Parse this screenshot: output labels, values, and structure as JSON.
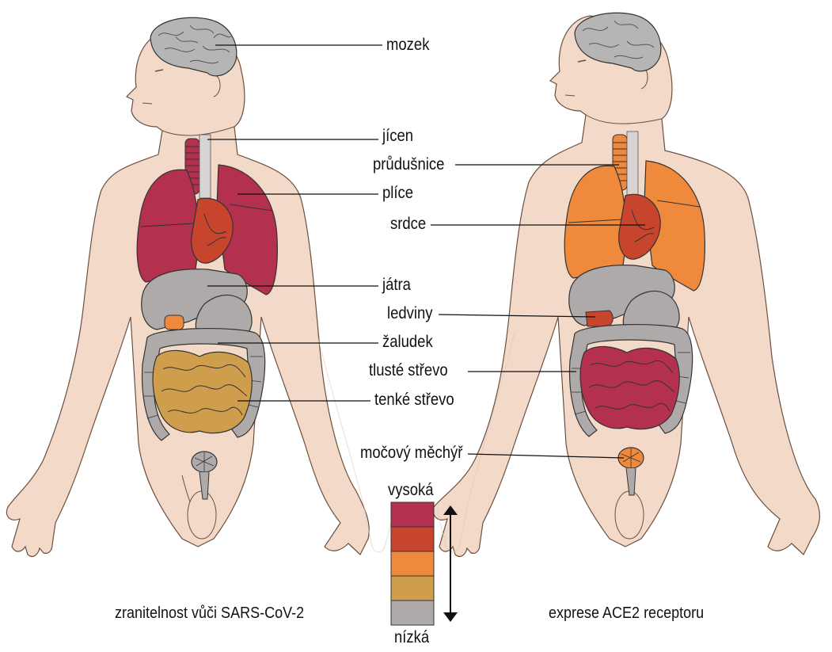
{
  "labels": {
    "mozek": "mozek",
    "jicen": "jícen",
    "prudusnice": "průdušnice",
    "plice": "plíce",
    "srdce": "srdce",
    "jatra": "játra",
    "ledviny": "ledviny",
    "zaludek": "žaludek",
    "tluste_strevo": "tlusté střevo",
    "tenke_strevo": "tenké střevo",
    "mocovy_mechyr": "močový měchýř"
  },
  "legend": {
    "high": "vysoká",
    "low": "nízká",
    "colors": [
      "#b3304f",
      "#c8452d",
      "#ef8a3c",
      "#cf9e4d",
      "#aeaaaa"
    ]
  },
  "captions": {
    "left": "zranitelnost vůči SARS-CoV-2",
    "right": "exprese ACE2 receptoru"
  },
  "colors": {
    "skin": "#f2d9c8",
    "outline": "#6b4f40",
    "brain": "#b5b5b5",
    "left_lungs": "#b3304f",
    "left_heart": "#c8452d",
    "left_liver": "#aeaaaa",
    "left_stomach": "#aeaaaa",
    "left_colon": "#aeaaaa",
    "left_small_intestine": "#cf9e4d",
    "left_bladder": "#aeaaaa",
    "right_lungs": "#ef8a3c",
    "right_heart": "#c8452d",
    "right_liver": "#aeaaaa",
    "right_stomach": "#aeaaaa",
    "right_colon": "#aeaaaa",
    "right_small_intestine": "#b3304f",
    "right_kidney": "#c8452d",
    "right_bladder": "#ef8a3c"
  }
}
